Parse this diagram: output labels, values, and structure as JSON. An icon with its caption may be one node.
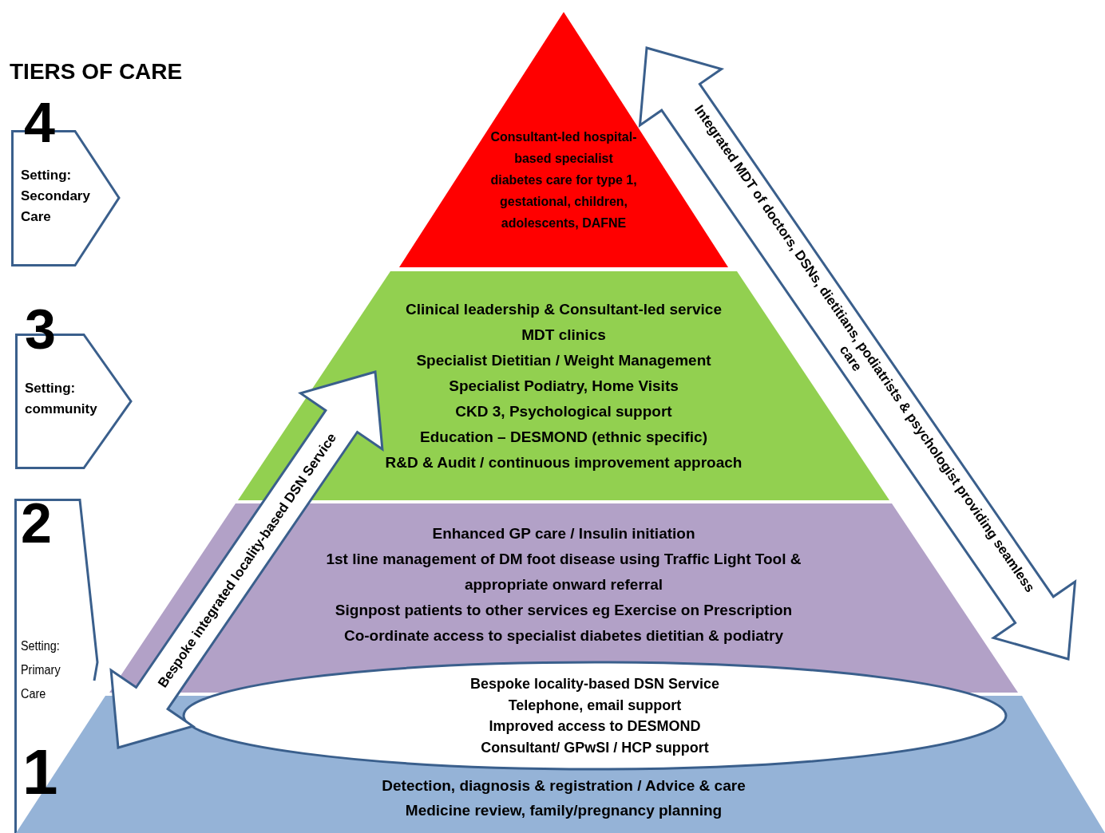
{
  "diagram": {
    "title": "TIERS OF CARE",
    "nodes": [
      {
        "text": [
          "4",
          "Setting: Secondary Care"
        ]
      },
      {
        "text": [
          "3",
          "Setting: community"
        ]
      },
      {
        "text": [
          "2",
          "Setting: Primary Care"
        ]
      },
      {
        "text": [
          "Consultant-led hospital-based specialist diabetes care for type 1, gestational, children, adolescents, DAFNE"
        ]
      },
      {
        "text": [
          "Clinical leadership & Consultant-led service",
          "MDT clinics",
          "Specialist Dietitian / Weight Management",
          "Specialist Podiatry, Home Visits",
          "CKD 3, Psychological support",
          "Education – DESMOND (ethnic specific)",
          "R&D & Audit / continuous improvement approach"
        ]
      },
      {
        "text": [
          "Enhanced GP care / Insulin initiation",
          "1st line management of DM foot disease using Traffic Light Tool & appropriate onward referral",
          "Signpost patients to other services eg Exercise on Prescription",
          "Co-ordinate access to specialist diabetes dietitian & podiatry"
        ]
      },
      {
        "text": [
          "Detection, diagnosis & registration / Advice & care",
          "Medicine review, family/pregnancy planning"
        ]
      },
      {
        "text": [
          "Bespoke locality-based DSN Service",
          "Telephone, email support",
          "Improved access to DESMOND",
          "Consultant/ GPwSI / HCP support"
        ]
      }
    ],
    "edges": [
      {
        "from": 3,
        "to": 5,
        "arrow": "both",
        "label": "Integrated MDT of doctors, DSNs, dietitians, podiatrists & psychologist providing seamless care",
        "style": "thick"
      },
      {
        "from": 6,
        "to": 4,
        "arrow": "both",
        "label": "Bespoke integrated locality-based DSN Service",
        "style": "thick"
      }
    ],
    "labels": [
      "1"
    ]
  }
}
